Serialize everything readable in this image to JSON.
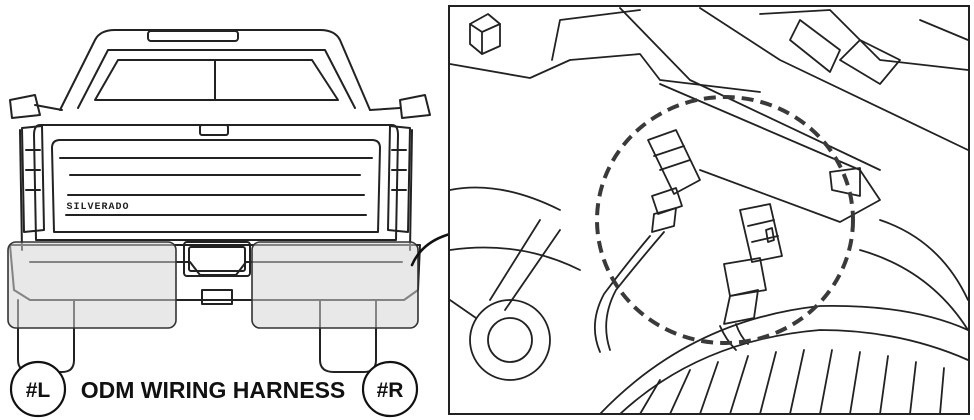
{
  "labels": {
    "left_marker": "#L",
    "right_marker": "#R",
    "caption": "ODM WIRING HARNESS",
    "badge": "SILVERADO"
  },
  "colors": {
    "line": "#222222",
    "highlight_fill": "#d6d6d6",
    "highlight_stroke": "#333333",
    "dashed_circle": "#3a3a3a",
    "background": "#ffffff"
  },
  "icons": {
    "pointer_arrow": "curved-arrow-icon"
  }
}
